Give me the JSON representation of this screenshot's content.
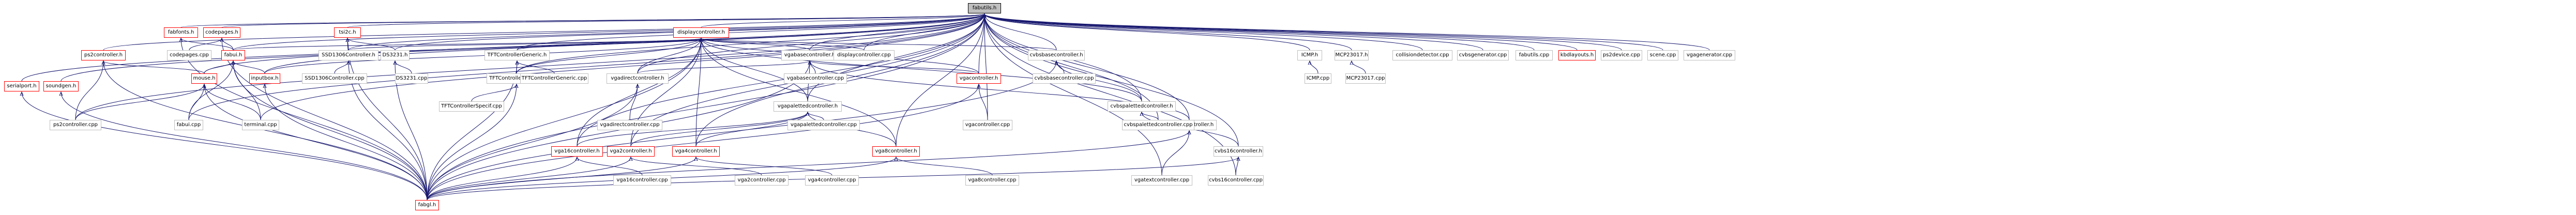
{
  "colors": {
    "edge": "#191970",
    "border_default": "#bfbfbf",
    "border_incomplete": "#ff0000",
    "root_fill": "#bfbfbf"
  },
  "nodes": [
    {
      "id": "fabutils_h",
      "label": "fabutils.h",
      "style": "root"
    },
    {
      "id": "fabfonts_h",
      "label": "fabfonts.h",
      "style": "red"
    },
    {
      "id": "codepages_h",
      "label": "codepages.h",
      "style": "red"
    },
    {
      "id": "ps2controller_h",
      "label": "ps2controller.h",
      "style": "red"
    },
    {
      "id": "serialport_h",
      "label": "serialport.h",
      "style": "red"
    },
    {
      "id": "soundgen_h",
      "label": "soundgen.h",
      "style": "red"
    },
    {
      "id": "tsi2c_h",
      "label": "tsi2c.h",
      "style": "red"
    },
    {
      "id": "codepages_cpp",
      "label": "codepages.cpp",
      "style": "normal"
    },
    {
      "id": "fabui_h",
      "label": "fabui.h",
      "style": "red"
    },
    {
      "id": "mouse_h",
      "label": "mouse.h",
      "style": "red"
    },
    {
      "id": "inputbox_h",
      "label": "inputbox.h",
      "style": "red"
    },
    {
      "id": "ps2controller_cpp",
      "label": "ps2controller.cpp",
      "style": "normal"
    },
    {
      "id": "fabui_cpp",
      "label": "fabui.cpp",
      "style": "normal"
    },
    {
      "id": "terminal_cpp",
      "label": "terminal.cpp",
      "style": "normal"
    },
    {
      "id": "ssd1306_h",
      "label": "SSD1306Controller.h",
      "style": "normal"
    },
    {
      "id": "ssd1306_cpp",
      "label": "SSD1306Controller.cpp",
      "style": "normal"
    },
    {
      "id": "ds3231_h",
      "label": "DS3231.h",
      "style": "normal"
    },
    {
      "id": "ds3231_cpp",
      "label": "DS3231.cpp",
      "style": "normal"
    },
    {
      "id": "displaycontroller_h",
      "label": "displaycontroller.h",
      "style": "red"
    },
    {
      "id": "tftgeneric_h",
      "label": "TFTControllerGeneric.h",
      "style": "normal"
    },
    {
      "id": "tftspecif_h",
      "label": "TFTControllerSpecif.h",
      "style": "normal"
    },
    {
      "id": "tftgeneric_cpp",
      "label": "TFTControllerGeneric.cpp",
      "style": "normal"
    },
    {
      "id": "tftspecif_cpp",
      "label": "TFTControllerSpecif.cpp",
      "style": "normal"
    },
    {
      "id": "vgabase_h",
      "label": "vgabasecontroller.h",
      "style": "normal"
    },
    {
      "id": "vgadirect_h",
      "label": "vgadirectcontroller.h",
      "style": "normal"
    },
    {
      "id": "vgadirect_cpp",
      "label": "vgadirectcontroller.cpp",
      "style": "normal"
    },
    {
      "id": "vgabase_cpp",
      "label": "vgabasecontroller.cpp",
      "style": "normal"
    },
    {
      "id": "displaycontroller_cpp",
      "label": "displaycontroller.cpp",
      "style": "normal"
    },
    {
      "id": "vgapalettedcontroller_h",
      "label": "vgapalettedcontroller.h",
      "style": "normal"
    },
    {
      "id": "vga16_h",
      "label": "vga16controller.h",
      "style": "red"
    },
    {
      "id": "vga2_h",
      "label": "vga2controller.h",
      "style": "red"
    },
    {
      "id": "vga4_h",
      "label": "vga4controller.h",
      "style": "red"
    },
    {
      "id": "vgapalettedcontroller_cpp",
      "label": "vgapalettedcontroller.cpp",
      "style": "normal"
    },
    {
      "id": "vga8_h",
      "label": "vga8controller.h",
      "style": "red"
    },
    {
      "id": "vgacontroller_h",
      "label": "vgacontroller.h",
      "style": "red"
    },
    {
      "id": "vgacontroller_cpp",
      "label": "vgacontroller.cpp",
      "style": "normal"
    },
    {
      "id": "cvbsbase_h",
      "label": "cvbsbasecontroller.h",
      "style": "normal"
    },
    {
      "id": "cvbsbase_cpp",
      "label": "cvbsbasecontroller.cpp",
      "style": "normal"
    },
    {
      "id": "cvbspaletted_h",
      "label": "cvbspalettedcontroller.h",
      "style": "normal"
    },
    {
      "id": "vgatext_h",
      "label": "vgatextcontroller.h",
      "style": "normal"
    },
    {
      "id": "cvbspaletted_cpp",
      "label": "cvbspalettedcontroller.cpp",
      "style": "normal"
    },
    {
      "id": "cvbs16_h",
      "label": "cvbs16controller.h",
      "style": "normal"
    },
    {
      "id": "fabgl_h",
      "label": "fabgl.h",
      "style": "red"
    },
    {
      "id": "vga16_cpp",
      "label": "vga16controller.cpp",
      "style": "normal"
    },
    {
      "id": "vga2_cpp",
      "label": "vga2controller.cpp",
      "style": "normal"
    },
    {
      "id": "vga4_cpp",
      "label": "vga4controller.cpp",
      "style": "normal"
    },
    {
      "id": "vga8_cpp",
      "label": "vga8controller.cpp",
      "style": "normal"
    },
    {
      "id": "vgatext_cpp",
      "label": "vgatextcontroller.cpp",
      "style": "normal"
    },
    {
      "id": "cvbs16_cpp",
      "label": "cvbs16controller.cpp",
      "style": "normal"
    },
    {
      "id": "icmp_h",
      "label": "ICMP.h",
      "style": "normal"
    },
    {
      "id": "icmp_cpp",
      "label": "ICMP.cpp",
      "style": "normal"
    },
    {
      "id": "mcp23017_h",
      "label": "MCP23017.h",
      "style": "normal"
    },
    {
      "id": "mcp23017_cpp",
      "label": "MCP23017.cpp",
      "style": "normal"
    },
    {
      "id": "collisiondetector_cpp",
      "label": "collisiondetector.cpp",
      "style": "normal"
    },
    {
      "id": "cvbsgenerator_cpp",
      "label": "cvbsgenerator.cpp",
      "style": "normal"
    },
    {
      "id": "fabutils_cpp",
      "label": "fabutils.cpp",
      "style": "normal"
    },
    {
      "id": "kbdlayouts_h",
      "label": "kbdlayouts.h",
      "style": "red"
    },
    {
      "id": "ps2device_cpp",
      "label": "ps2device.cpp",
      "style": "normal"
    },
    {
      "id": "scene_cpp",
      "label": "scene.cpp",
      "style": "normal"
    },
    {
      "id": "vgagenerator_cpp",
      "label": "vgagenerator.cpp",
      "style": "normal"
    }
  ],
  "edges": [
    [
      "fabutils_h",
      "fabfonts_h"
    ],
    [
      "fabutils_h",
      "codepages_h"
    ],
    [
      "fabutils_h",
      "ps2controller_h"
    ],
    [
      "fabutils_h",
      "serialport_h"
    ],
    [
      "fabutils_h",
      "soundgen_h"
    ],
    [
      "fabutils_h",
      "tsi2c_h"
    ],
    [
      "fabutils_h",
      "fabui_h"
    ],
    [
      "fabutils_h",
      "mouse_h"
    ],
    [
      "fabutils_h",
      "inputbox_h"
    ],
    [
      "fabutils_h",
      "terminal_cpp"
    ],
    [
      "fabutils_h",
      "displaycontroller_h"
    ],
    [
      "fabutils_h",
      "ds3231_h"
    ],
    [
      "fabutils_h",
      "ssd1306_h"
    ],
    [
      "fabutils_h",
      "tftgeneric_h"
    ],
    [
      "fabutils_h",
      "vgabase_h"
    ],
    [
      "fabutils_h",
      "vgapalettedcontroller_h"
    ],
    [
      "fabutils_h",
      "vgacontroller_h"
    ],
    [
      "fabutils_h",
      "cvbsbase_h"
    ],
    [
      "fabutils_h",
      "cvbspaletted_h"
    ],
    [
      "fabutils_h",
      "vgatext_h"
    ],
    [
      "fabutils_h",
      "cvbs16_h"
    ],
    [
      "fabutils_h",
      "displaycontroller_cpp"
    ],
    [
      "fabutils_h",
      "fabgl_h"
    ],
    [
      "fabutils_h",
      "icmp_h"
    ],
    [
      "fabutils_h",
      "mcp23017_h"
    ],
    [
      "fabutils_h",
      "collisiondetector_cpp"
    ],
    [
      "fabutils_h",
      "cvbsgenerator_cpp"
    ],
    [
      "fabutils_h",
      "fabutils_cpp"
    ],
    [
      "fabutils_h",
      "kbdlayouts_h"
    ],
    [
      "fabutils_h",
      "ps2device_cpp"
    ],
    [
      "fabutils_h",
      "scene_cpp"
    ],
    [
      "fabutils_h",
      "vgagenerator_cpp"
    ],
    [
      "fabutils_h",
      "vga16_h"
    ],
    [
      "fabutils_h",
      "vga2_h"
    ],
    [
      "fabutils_h",
      "vga4_h"
    ],
    [
      "fabutils_h",
      "vga8_h"
    ],
    [
      "fabutils_h",
      "vgadirect_h"
    ],
    [
      "fabutils_h",
      "tftspecif_h"
    ],
    [
      "fabutils_h",
      "ps2controller_cpp"
    ],
    [
      "fabutils_h",
      "fabui_cpp"
    ],
    [
      "fabutils_h",
      "vgacontroller_cpp"
    ],
    [
      "fabutils_h",
      "vgatext_cpp"
    ],
    [
      "fabutils_h",
      "cvbs16_cpp"
    ],
    [
      "fabutils_h",
      "cvbspaletted_cpp"
    ],
    [
      "fabfonts_h",
      "fabui_h"
    ],
    [
      "fabfonts_h",
      "fabgl_h"
    ],
    [
      "codepages_h",
      "codepages_cpp"
    ],
    [
      "codepages_h",
      "fabui_h"
    ],
    [
      "codepages_h",
      "fabgl_h"
    ],
    [
      "ps2controller_h",
      "mouse_h"
    ],
    [
      "ps2controller_h",
      "ps2controller_cpp"
    ],
    [
      "ps2controller_h",
      "fabgl_h"
    ],
    [
      "serialport_h",
      "fabgl_h"
    ],
    [
      "soundgen_h",
      "fabgl_h"
    ],
    [
      "tsi2c_h",
      "ssd1306_h"
    ],
    [
      "tsi2c_h",
      "ds3231_h"
    ],
    [
      "tsi2c_h",
      "fabgl_h"
    ],
    [
      "fabui_h",
      "mouse_h"
    ],
    [
      "fabui_h",
      "inputbox_h"
    ],
    [
      "fabui_h",
      "fabui_cpp"
    ],
    [
      "fabui_h",
      "terminal_cpp"
    ],
    [
      "fabui_h",
      "fabgl_h"
    ],
    [
      "mouse_h",
      "ps2controller_cpp"
    ],
    [
      "mouse_h",
      "fabui_cpp"
    ],
    [
      "mouse_h",
      "terminal_cpp"
    ],
    [
      "mouse_h",
      "fabgl_h"
    ],
    [
      "inputbox_h",
      "fabgl_h"
    ],
    [
      "ssd1306_h",
      "ssd1306_cpp"
    ],
    [
      "ssd1306_h",
      "fabgl_h"
    ],
    [
      "ds3231_h",
      "ds3231_cpp"
    ],
    [
      "ds3231_h",
      "fabgl_h"
    ],
    [
      "displaycontroller_h",
      "fabui_h"
    ],
    [
      "displaycontroller_h",
      "inputbox_h"
    ],
    [
      "displaycontroller_h",
      "ssd1306_h"
    ],
    [
      "displaycontroller_h",
      "tftgeneric_h"
    ],
    [
      "displaycontroller_h",
      "tftspecif_h"
    ],
    [
      "displaycontroller_h",
      "vgabase_h"
    ],
    [
      "displaycontroller_h",
      "vgadirect_h"
    ],
    [
      "displaycontroller_h",
      "vgapalettedcontroller_h"
    ],
    [
      "displaycontroller_h",
      "displaycontroller_cpp"
    ],
    [
      "displaycontroller_h",
      "vgacontroller_h"
    ],
    [
      "displaycontroller_h",
      "cvbsbase_h"
    ],
    [
      "displaycontroller_h",
      "cvbspaletted_h"
    ],
    [
      "displaycontroller_h",
      "vga16_h"
    ],
    [
      "displaycontroller_h",
      "vga2_h"
    ],
    [
      "displaycontroller_h",
      "vga4_h"
    ],
    [
      "displaycontroller_h",
      "vga8_h"
    ],
    [
      "displaycontroller_h",
      "fabgl_h"
    ],
    [
      "tftgeneric_h",
      "tftspecif_h"
    ],
    [
      "tftgeneric_h",
      "tftgeneric_cpp"
    ],
    [
      "tftgeneric_h",
      "fabgl_h"
    ],
    [
      "tftspecif_h",
      "tftspecif_cpp"
    ],
    [
      "tftspecif_h",
      "fabgl_h"
    ],
    [
      "vgabase_h",
      "vgadirect_h"
    ],
    [
      "vgabase_h",
      "vgabase_cpp"
    ],
    [
      "vgabase_h",
      "vgapalettedcontroller_h"
    ],
    [
      "vgabase_h",
      "vgacontroller_h"
    ],
    [
      "vgabase_h",
      "vgatext_h"
    ],
    [
      "vgabase_h",
      "fabgl_h"
    ],
    [
      "vgadirect_h",
      "vgadirect_cpp"
    ],
    [
      "vgadirect_h",
      "fabgl_h"
    ],
    [
      "vgapalettedcontroller_h",
      "vga16_h"
    ],
    [
      "vgapalettedcontroller_h",
      "vga2_h"
    ],
    [
      "vgapalettedcontroller_h",
      "vga4_h"
    ],
    [
      "vgapalettedcontroller_h",
      "vgapalettedcontroller_cpp"
    ],
    [
      "vgapalettedcontroller_h",
      "vga8_h"
    ],
    [
      "vga16_h",
      "vga16_cpp"
    ],
    [
      "vga16_h",
      "fabgl_h"
    ],
    [
      "vga2_h",
      "vga2_cpp"
    ],
    [
      "vga2_h",
      "fabgl_h"
    ],
    [
      "vga4_h",
      "vga4_cpp"
    ],
    [
      "vga4_h",
      "fabgl_h"
    ],
    [
      "vga8_h",
      "vga8_cpp"
    ],
    [
      "vga8_h",
      "fabgl_h"
    ],
    [
      "vgacontroller_h",
      "vgacontroller_cpp"
    ],
    [
      "vgacontroller_h",
      "fabgl_h"
    ],
    [
      "cvbsbase_h",
      "cvbsbase_cpp"
    ],
    [
      "cvbsbase_h",
      "cvbspaletted_h"
    ],
    [
      "cvbsbase_h",
      "fabgl_h"
    ],
    [
      "cvbspaletted_h",
      "cvbspaletted_cpp"
    ],
    [
      "cvbspaletted_h",
      "cvbs16_h"
    ],
    [
      "vgatext_h",
      "vgatext_cpp"
    ],
    [
      "vgatext_h",
      "fabgl_h"
    ],
    [
      "cvbs16_h",
      "cvbs16_cpp"
    ],
    [
      "cvbs16_h",
      "fabgl_h"
    ],
    [
      "icmp_h",
      "icmp_cpp"
    ],
    [
      "mcp23017_h",
      "mcp23017_cpp"
    ]
  ]
}
